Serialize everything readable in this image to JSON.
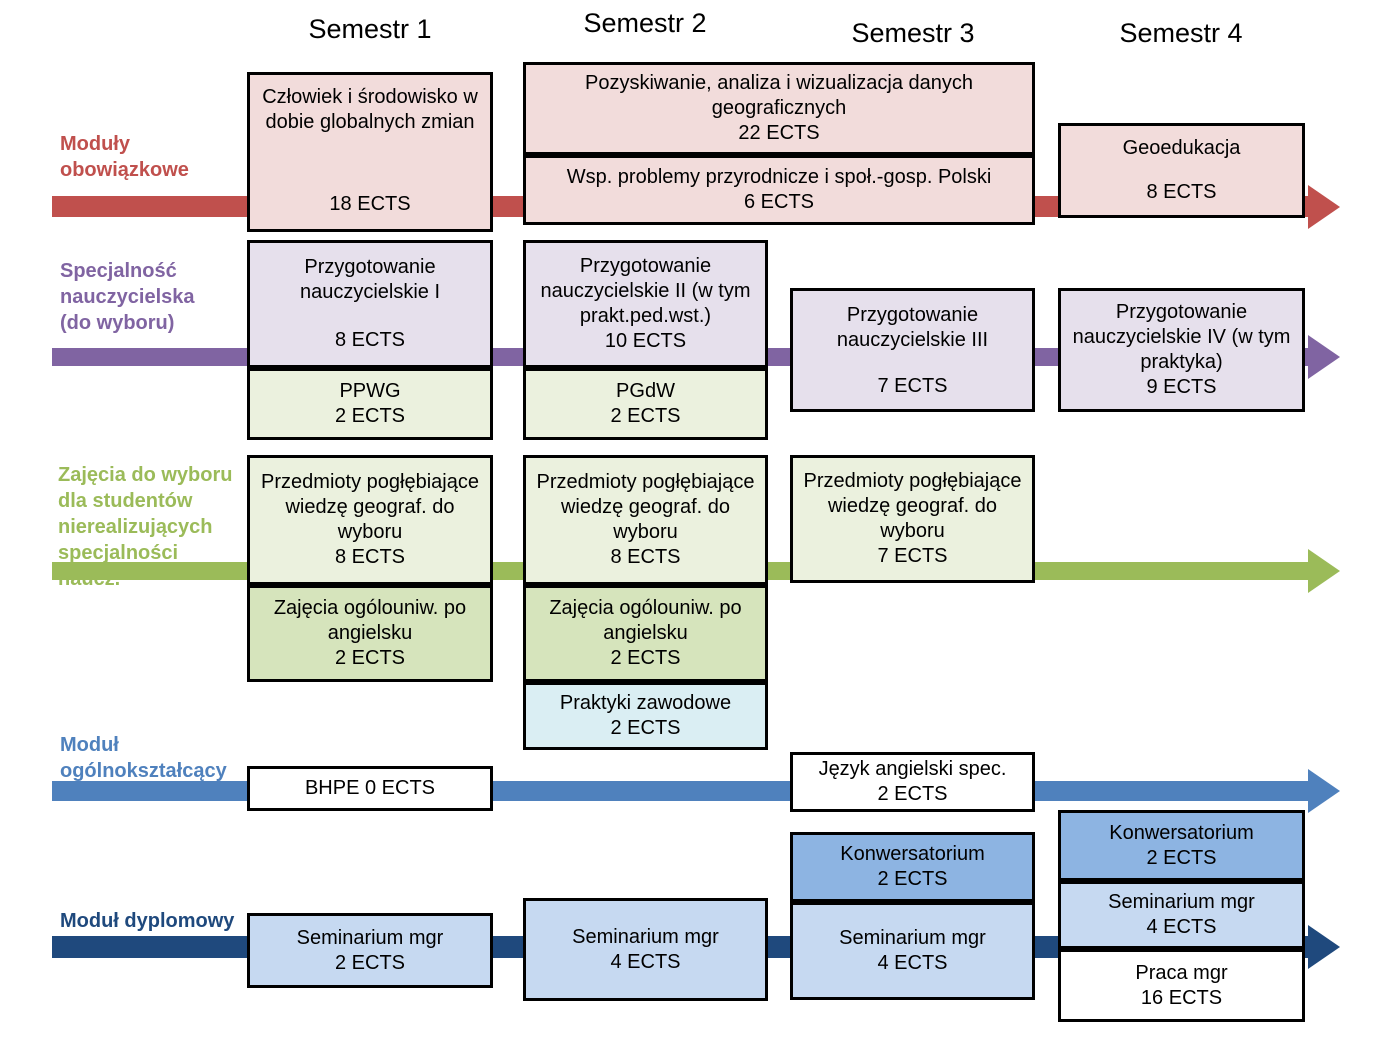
{
  "columns": [
    "Semestr 1",
    "Semestr 2",
    "Semestr 3",
    "Semestr 4"
  ],
  "rows": [
    {
      "label": "Moduły obowiązkowe",
      "color": "#C0504D",
      "boxes": [
        {
          "title": "Człowiek i środowisko w dobie globalnych zmian",
          "ects": "18 ECTS",
          "fill": "#F2DCDB"
        },
        {
          "title": "Pozyskiwanie, analiza i wizualizacja danych geograficznych",
          "ects": "22 ECTS",
          "fill": "#F2DCDB"
        },
        {
          "title": "Wsp. problemy przyrodnicze i społ.-gosp. Polski",
          "ects": "6 ECTS",
          "fill": "#F2DCDB"
        },
        {
          "title": "Geoedukacja",
          "ects": "8 ECTS",
          "fill": "#F2DCDB"
        }
      ]
    },
    {
      "label": "Specjalność nauczycielska (do wyboru)",
      "color": "#8064A2",
      "boxes": [
        {
          "title": "Przygotowanie nauczycielskie I",
          "ects": "8 ECTS",
          "fill": "#E6E0EC"
        },
        {
          "title": "PPWG",
          "ects": "2 ECTS",
          "fill": "#EBF1DE"
        },
        {
          "title": "Przygotowanie nauczycielskie II (w tym prakt.ped.wst.)",
          "ects": "10 ECTS",
          "fill": "#E6E0EC"
        },
        {
          "title": "PGdW",
          "ects": "2 ECTS",
          "fill": "#EBF1DE"
        },
        {
          "title": "Przygotowanie nauczycielskie III",
          "ects": "7 ECTS",
          "fill": "#E6E0EC"
        },
        {
          "title": "Przygotowanie nauczycielskie IV (w tym praktyka)",
          "ects": "9 ECTS",
          "fill": "#E6E0EC"
        }
      ]
    },
    {
      "label": "Zajęcia do wyboru dla studentów nierealizujących specjalności naucz.",
      "color": "#9BBB59",
      "boxes": [
        {
          "title": "Przedmioty pogłębiające wiedzę geograf. do wyboru",
          "ects": "8 ECTS",
          "fill": "#EBF1DE"
        },
        {
          "title": "Zajęcia ogólouniw. po angielsku",
          "ects": "2 ECTS",
          "fill": "#D6E4BC"
        },
        {
          "title": "Przedmioty pogłębiające wiedzę geograf. do wyboru",
          "ects": "8 ECTS",
          "fill": "#EBF1DE"
        },
        {
          "title": "Zajęcia ogólouniw. po angielsku",
          "ects": "2 ECTS",
          "fill": "#D6E4BC"
        },
        {
          "title": "Praktyki zawodowe",
          "ects": "2 ECTS",
          "fill": "#DAEEF3"
        },
        {
          "title": "Przedmioty pogłębiające wiedzę geograf. do wyboru",
          "ects": "7 ECTS",
          "fill": "#EBF1DE"
        }
      ]
    },
    {
      "label": "Moduł ogólnokształcący",
      "color": "#4F81BD",
      "boxes": [
        {
          "title": "BHPE 0 ECTS",
          "ects": "",
          "fill": "#FFFFFF"
        },
        {
          "title": "Język angielski spec.",
          "ects": "2 ECTS",
          "fill": "#FFFFFF"
        }
      ]
    },
    {
      "label": "Moduł dyplomowy",
      "color": "#1F497D",
      "boxes": [
        {
          "title": "Seminarium mgr",
          "ects": "2 ECTS",
          "fill": "#C6D9F1"
        },
        {
          "title": "Seminarium mgr",
          "ects": "4 ECTS",
          "fill": "#C6D9F1"
        },
        {
          "title": "Konwersatorium",
          "ects": "2 ECTS",
          "fill": "#8DB4E2"
        },
        {
          "title": "Seminarium mgr",
          "ects": "4 ECTS",
          "fill": "#C6D9F1"
        },
        {
          "title": "Konwersatorium",
          "ects": "2 ECTS",
          "fill": "#8DB4E2"
        },
        {
          "title": "Seminarium mgr",
          "ects": "4 ECTS",
          "fill": "#C6D9F1"
        },
        {
          "title": "Praca mgr",
          "ects": "16 ECTS",
          "fill": "#FFFFFF"
        }
      ]
    }
  ]
}
